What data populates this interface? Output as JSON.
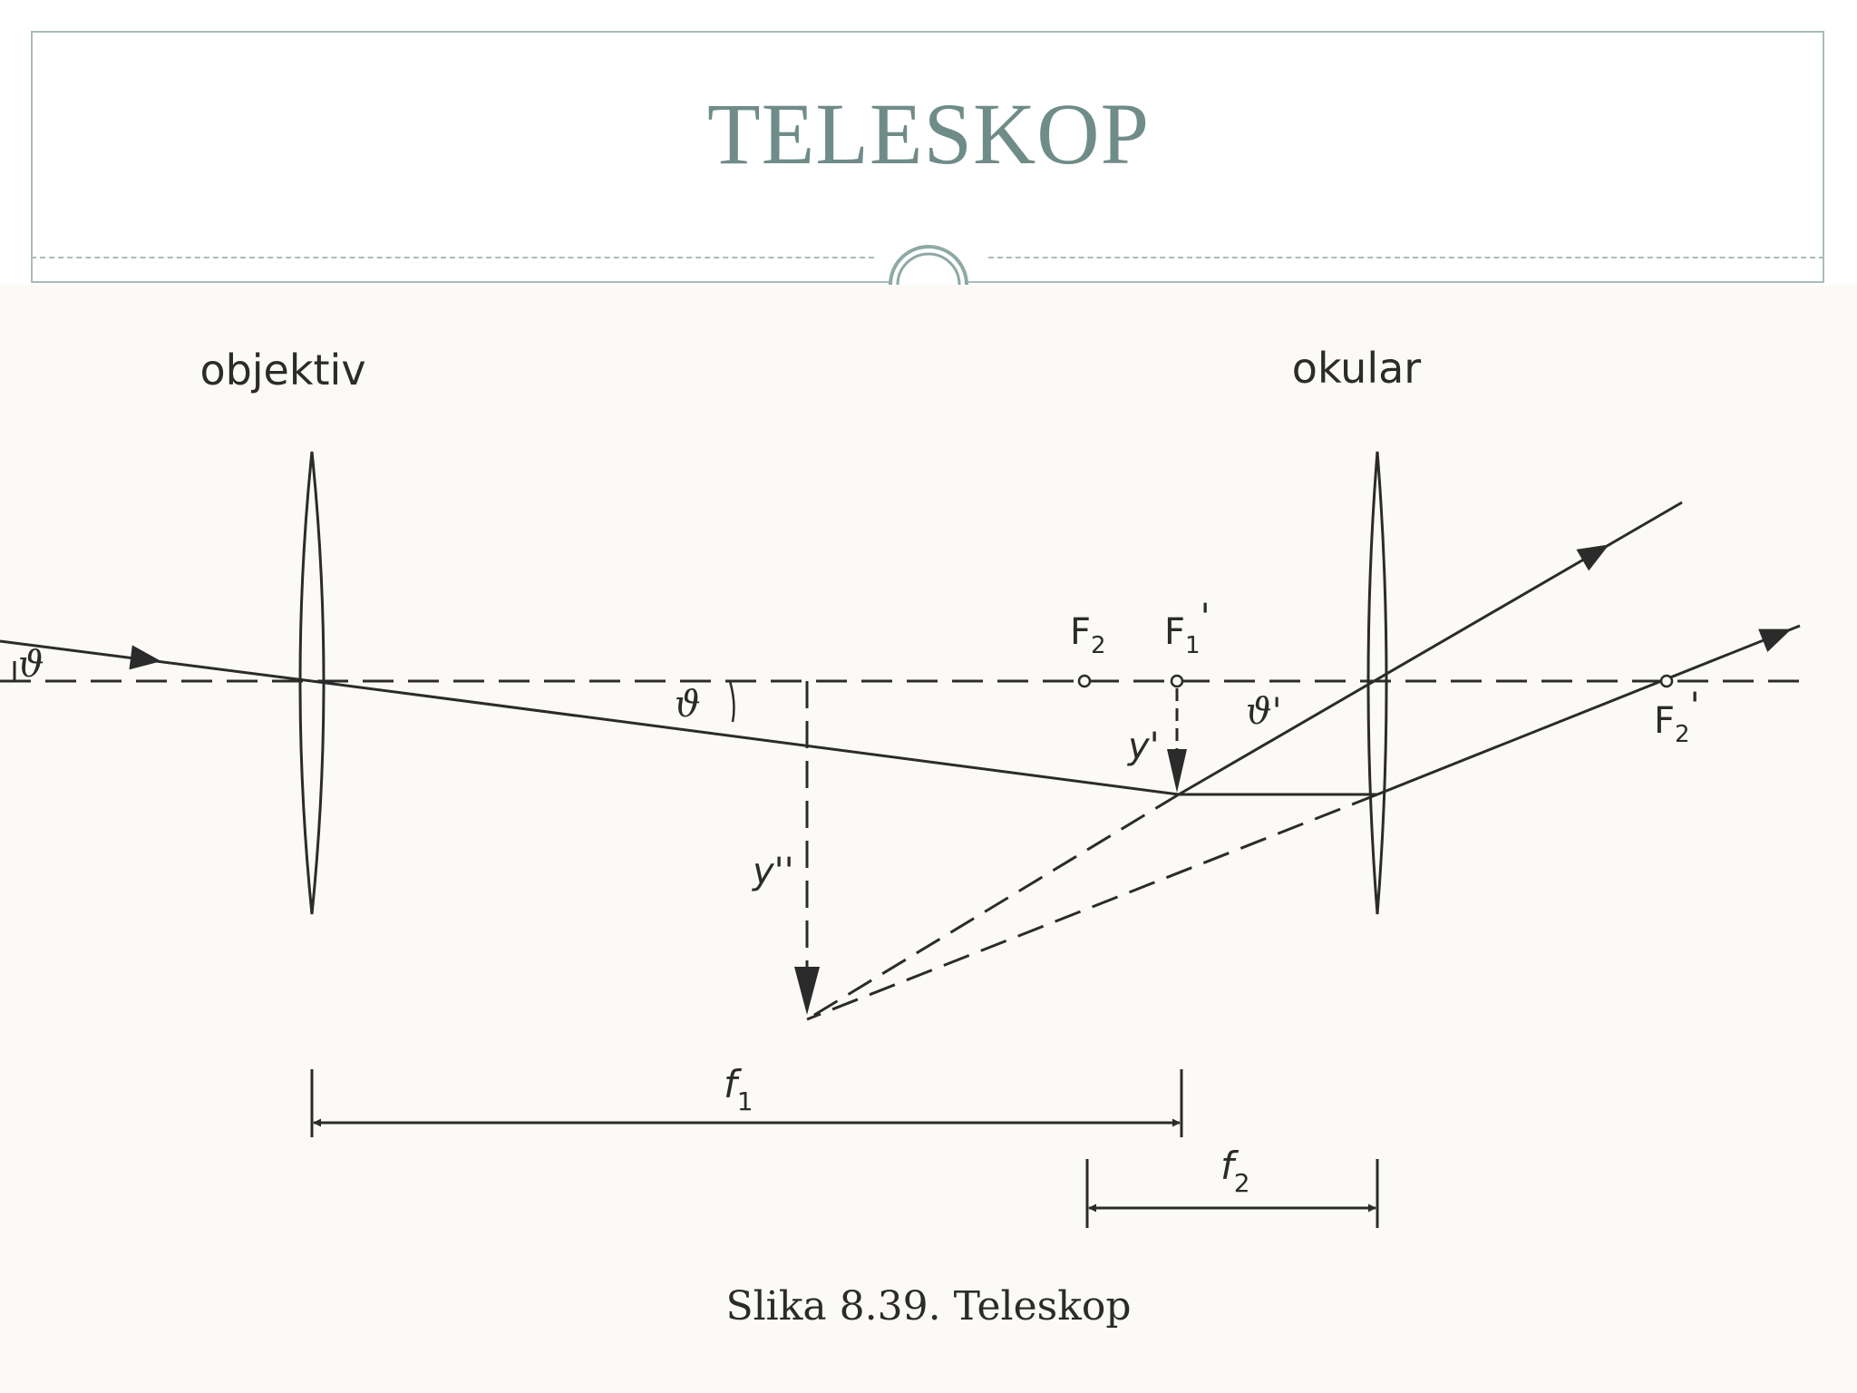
{
  "slide": {
    "title": "TELESKOP",
    "accent_color": "#6f8c88",
    "frame_color": "#a9bdb8",
    "ornament_icon": "double-circle-icon"
  },
  "diagram": {
    "labels": {
      "objective": "objektiv",
      "eyepiece": "okular",
      "focus_eyepiece": "F",
      "focus_eyepiece_sub": "2",
      "focus_objective_image": "F",
      "focus_objective_image_sub": "1",
      "focus_objective_image_mark": "'",
      "focus_eyepiece_image": "F",
      "focus_eyepiece_image_sub": "2",
      "focus_eyepiece_image_mark": "'",
      "angle_incoming": "ϑ",
      "angle_inside": "ϑ",
      "angle_outgoing": "ϑ'",
      "intermediate_image": "y'",
      "final_image": "y''",
      "focal_length_objective": "f",
      "focal_length_objective_sub": "1",
      "focal_length_eyepiece": "f",
      "focal_length_eyepiece_sub": "2"
    },
    "caption": "Slika 8.39.  Teleskop"
  }
}
